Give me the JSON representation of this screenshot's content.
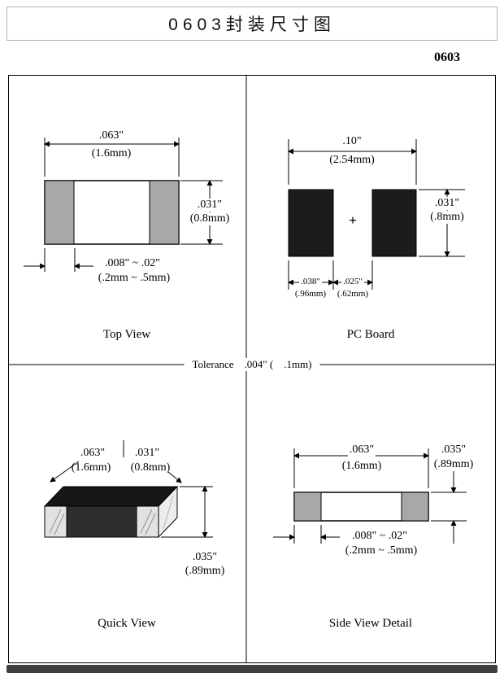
{
  "header": {
    "title": "0603封装尺寸图",
    "part_number": "0603"
  },
  "tolerance_note": "Tolerance    .004\" (    .1mm)",
  "top_view": {
    "caption": "Top View",
    "length_in": ".063\"",
    "length_mm": "(1.6mm)",
    "width_in": ".031\"",
    "width_mm": "(0.8mm)",
    "cap_in": ".008\" ~ .02\"",
    "cap_mm": "(.2mm ~ .5mm)"
  },
  "pc_board": {
    "caption": "PC Board",
    "plus_sign": "+",
    "span_in": ".10\"",
    "span_mm": "(2.54mm)",
    "pad_height_in": ".031\"",
    "pad_height_mm": "(.8mm)",
    "pad_width_in": ".038\"",
    "pad_width_mm": "(.96mm)",
    "gap_in": ".025\"",
    "gap_mm": "(.62mm)"
  },
  "quick_view": {
    "caption": "Quick View",
    "length_in": ".063\"",
    "length_mm": "(1.6mm)",
    "width_in": ".031\"",
    "width_mm": "(0.8mm)",
    "height_in": ".035\"",
    "height_mm": "(.89mm)"
  },
  "side_view": {
    "caption": "Side View Detail",
    "length_in": ".063\"",
    "length_mm": "(1.6mm)",
    "height_in": ".035\"",
    "height_mm": "(.89mm)",
    "cap_in": ".008\" ~ .02\"",
    "cap_mm": "(.2mm ~ .5mm)"
  },
  "colors": {
    "terminal_gray": "#a8a8a8",
    "pad_black": "#1c1c1c",
    "chip_top": "#161616",
    "chip_front": "#2e2e2e",
    "chip_cap": "#e2e2e2",
    "chip_end": "#ededed"
  }
}
